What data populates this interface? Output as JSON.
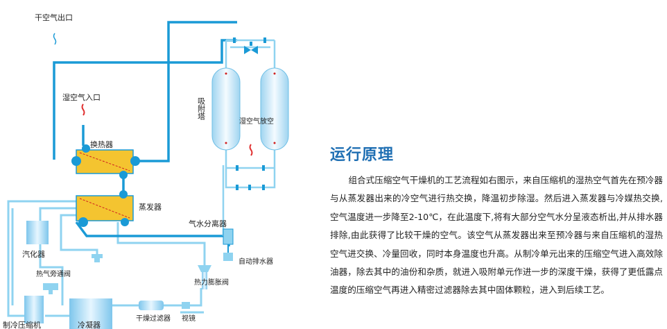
{
  "diagram": {
    "labels": {
      "dry_outlet": "干空气出口",
      "wet_inlet": "湿空气入口",
      "heat_exchanger": "换热器",
      "adsorption_tower": "吸附塔",
      "wet_vent": "湿空气放空",
      "evaporator": "蒸发器",
      "separator": "气水分离器",
      "auto_drain": "自动排水器",
      "vaporizer": "汽化器",
      "hot_bypass": "热气旁通阀",
      "expansion_valve": "热力膨胀阀",
      "compressor": "制冷压缩机",
      "condenser": "冷凝器",
      "dry_filter": "干燥过滤器",
      "sight_glass": "视镜"
    },
    "colors": {
      "air_pipe": "#1a9ad6",
      "refrigerant_pipe": "#8fd3f0",
      "equipment": "#f4c430",
      "tower": "#bfe4f7"
    }
  },
  "panel": {
    "title": "运行原理",
    "description": "组合式压缩空气干燥机的工艺流程如右图示，来自压缩机的湿热空气首先在预冷器与从蒸发器出来的冷空气进行热交换，降温初步除湿。然后进入蒸发器与冷媒热交换,空气温度进一步降至2-10℃，在此温度下,将有大部分空气水分呈液态析出,并从排水器排除,由此获得了比较干燥的空气。该空气从蒸发器出来至预冷器与来自压缩机的湿热空气进交换、冷量回收，同时本身温度也升高。从制冷单元出来的压缩空气进入高效除油器，除去其中的油份和杂质，就进入吸附单元作进一步的深度干燥，获得了更低露点温度的压缩空气再进入精密过滤器除去其中固体颗粒，进入到后续工艺。"
  }
}
